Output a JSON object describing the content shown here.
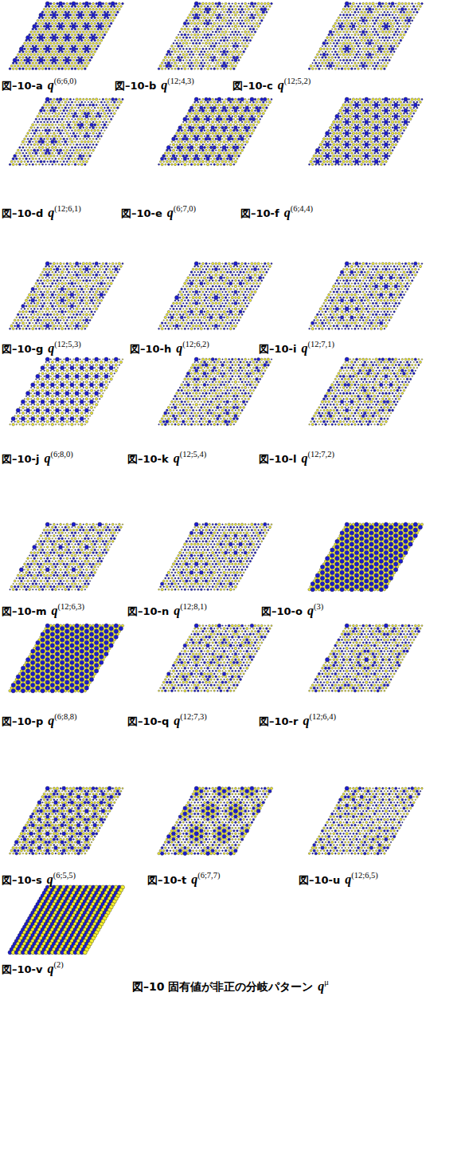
{
  "diagram": {
    "caption": "図–10 固有値が非正の分岐パターン",
    "labels": [
      "図–10-a",
      "q",
      "(6;6,0)",
      "図–10-b",
      "q",
      "(12;4,3)",
      "図–10-c",
      "q",
      "(12;5,2)",
      "図–10-d",
      "q",
      "(12;6,1)",
      "図–10-e",
      "q",
      "(6;7,0)",
      "図–10-f",
      "q",
      "(6;4,4)",
      "図–10-g",
      "q",
      "(12;5,3)",
      "図–10-h",
      "q",
      "(12;6,2)",
      "図–10-i",
      "q",
      "(12;7,1)",
      "図–10-j",
      "q",
      "(6;8,0)",
      "図–10-k",
      "q",
      "(12;5,4)",
      "図–10-l",
      "q",
      "(12;7,2)",
      "図–10-m",
      "q",
      "(12;6,3)",
      "図–10-n",
      "q",
      "(12;8,1)",
      "図–10-o",
      "q",
      "(3)",
      "図–10-p",
      "q",
      "(6;8,8)",
      "図–10-q",
      "q",
      "(12;7,3)",
      "図–10-r",
      "q",
      "(12;6,4)",
      "図–10-s",
      "q",
      "(6;5,5)",
      "図–10-t",
      "q",
      "(6;7,7)",
      "図–10-u",
      "q",
      "(12;6,5)",
      "図–10-v",
      "q",
      "(2)",
      "q",
      "μ"
    ]
  }
}
